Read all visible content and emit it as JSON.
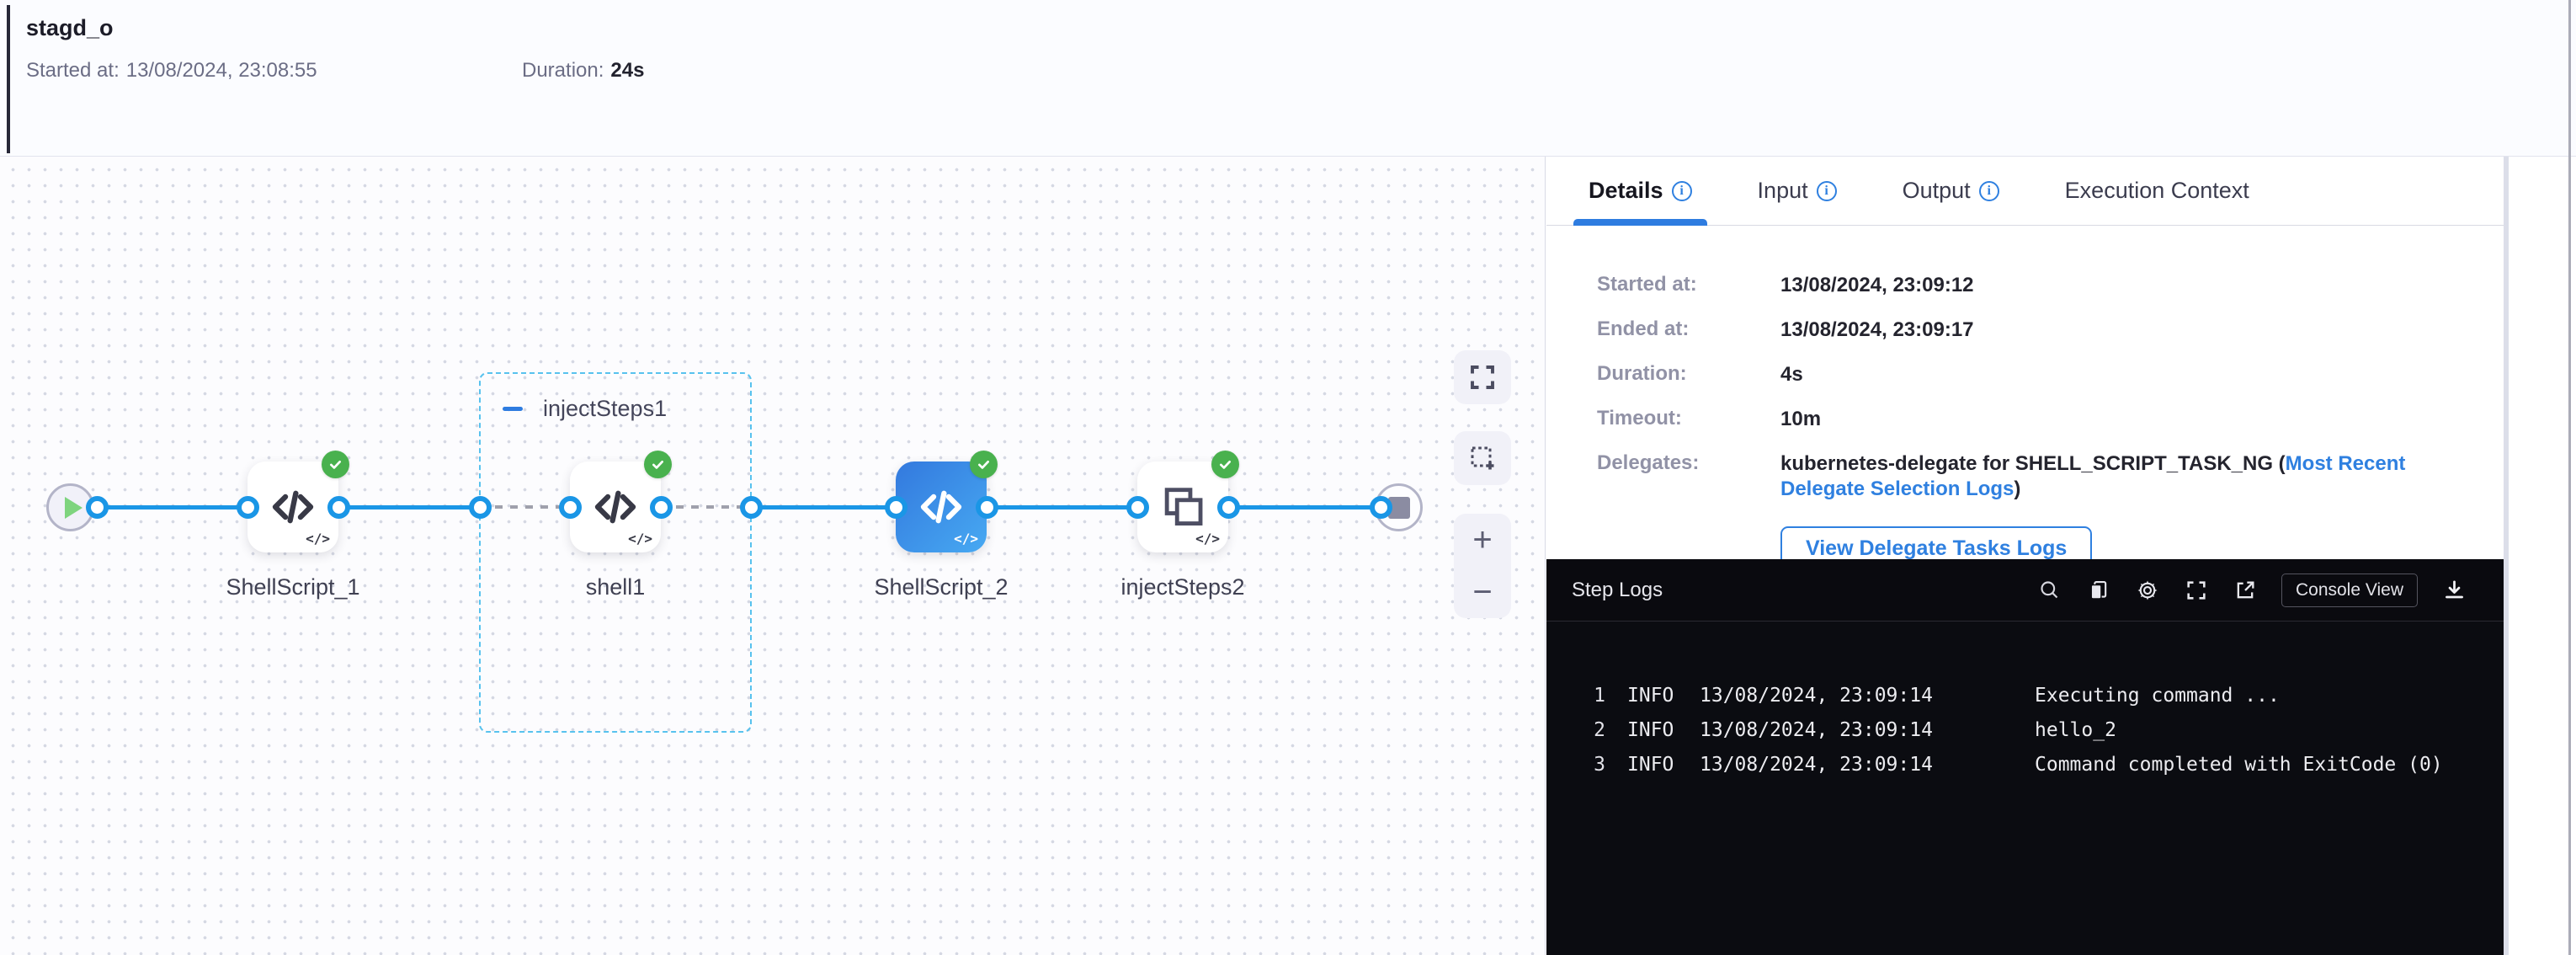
{
  "header": {
    "title": "stagd_o",
    "started_label": "Started at:",
    "started_value": "13/08/2024, 23:08:55",
    "duration_label": "Duration:",
    "duration_value": "24s"
  },
  "pipeline": {
    "group": {
      "label": "injectSteps1"
    },
    "nodes": [
      {
        "label": "ShellScript_1",
        "status": "success",
        "type": "shell-script"
      },
      {
        "label": "shell1",
        "status": "success",
        "type": "shell-script"
      },
      {
        "label": "ShellScript_2",
        "status": "success",
        "type": "shell-script",
        "selected": true
      },
      {
        "label": "injectSteps2",
        "status": "success",
        "type": "step-group"
      }
    ],
    "mini_glyph": "</>",
    "controls": {
      "zoom_in": "+",
      "zoom_out": "−"
    }
  },
  "tabs": [
    {
      "label": "Details",
      "active": true,
      "info": true
    },
    {
      "label": "Input",
      "info": true
    },
    {
      "label": "Output",
      "info": true
    },
    {
      "label": "Execution Context",
      "info": false
    }
  ],
  "details": {
    "rows": [
      {
        "label": "Started at:",
        "value": "13/08/2024, 23:09:12"
      },
      {
        "label": "Ended at:",
        "value": "13/08/2024, 23:09:17"
      },
      {
        "label": "Duration:",
        "value": "4s"
      },
      {
        "label": "Timeout:",
        "value": "10m"
      }
    ],
    "delegates": {
      "label": "Delegates:",
      "value_prefix": "kubernetes-delegate for SHELL_SCRIPT_TASK_NG (",
      "link": "Most Recent Delegate Selection Logs",
      "value_suffix": ")"
    },
    "button_label": "View Delegate Tasks Logs"
  },
  "logs": {
    "title": "Step Logs",
    "console_view_label": "Console View",
    "lines": [
      {
        "num": "1",
        "level": "INFO",
        "time": "13/08/2024, 23:09:14",
        "message": "Executing command ..."
      },
      {
        "num": "2",
        "level": "INFO",
        "time": "13/08/2024, 23:09:14",
        "message": "hello_2"
      },
      {
        "num": "3",
        "level": "INFO",
        "time": "13/08/2024, 23:09:14",
        "message": "Command completed with ExitCode (0)"
      }
    ]
  },
  "colors": {
    "accent_blue": "#2e7ce0",
    "connector_blue": "#1a96e6",
    "success_green": "#49b14e",
    "node_dark": "#383946",
    "selected_node_gradient": "#3379de → #47a9f2",
    "log_bg": "#0b0c11"
  },
  "icons": [
    "info-icon",
    "collapse-icon",
    "play-icon",
    "stop-icon",
    "check-icon",
    "code-icon",
    "step-group-icon",
    "fullscreen-icon",
    "marquee-select-icon",
    "zoom-in-icon",
    "zoom-out-icon",
    "search-icon",
    "copy-icon",
    "gear-icon",
    "expand-icon",
    "external-link-icon",
    "download-icon"
  ]
}
